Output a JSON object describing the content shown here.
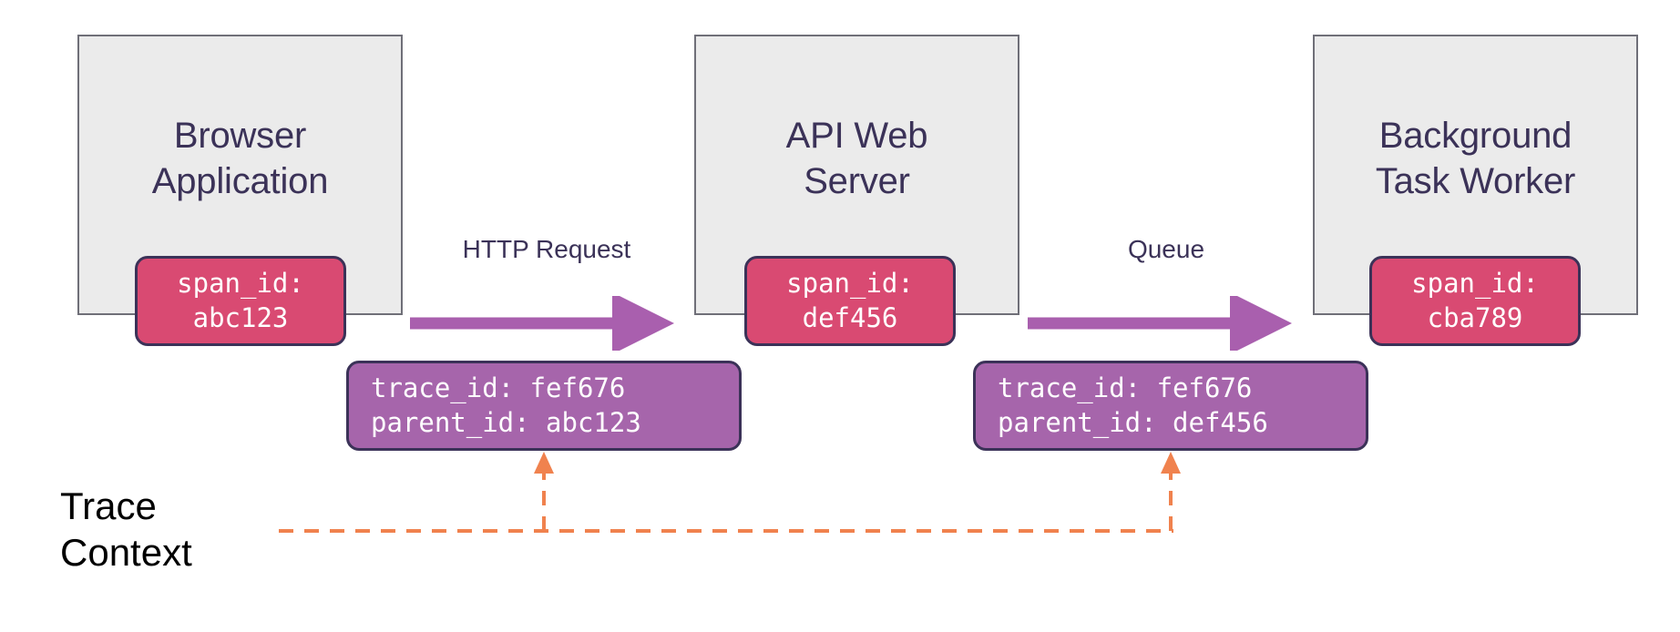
{
  "diagram": {
    "title_hidden": "Distributed trace context propagation",
    "colors": {
      "box_fill": "#ebebeb",
      "box_border": "#6f6f78",
      "title_text": "#3b3258",
      "span_badge_fill": "#d94a72",
      "span_badge_border": "#3b3258",
      "context_fill": "#a665ab",
      "context_border": "#3b3258",
      "arrow": "#a95fae",
      "dashed_line": "#f0824e",
      "legend_text": "#000000",
      "background": "#ffffff"
    },
    "services": [
      {
        "id": "browser",
        "title": "Browser\nApplication",
        "span_label": "span_id:",
        "span_value": "abc123"
      },
      {
        "id": "api",
        "title": "API Web\nServer",
        "span_label": "span_id:",
        "span_value": "def456"
      },
      {
        "id": "worker",
        "title": "Background\nTask Worker",
        "span_label": "span_id:",
        "span_value": "cba789"
      }
    ],
    "flows": [
      {
        "id": "http-request",
        "label": "HTTP Request"
      },
      {
        "id": "queue",
        "label": "Queue"
      }
    ],
    "contexts": [
      {
        "id": "context-1",
        "trace_line": "trace_id: fef676",
        "parent_line": "parent_id: abc123"
      },
      {
        "id": "context-2",
        "trace_line": "trace_id: fef676",
        "parent_line": "parent_id: def456"
      }
    ],
    "legend": {
      "label": "Trace\nContext"
    }
  }
}
